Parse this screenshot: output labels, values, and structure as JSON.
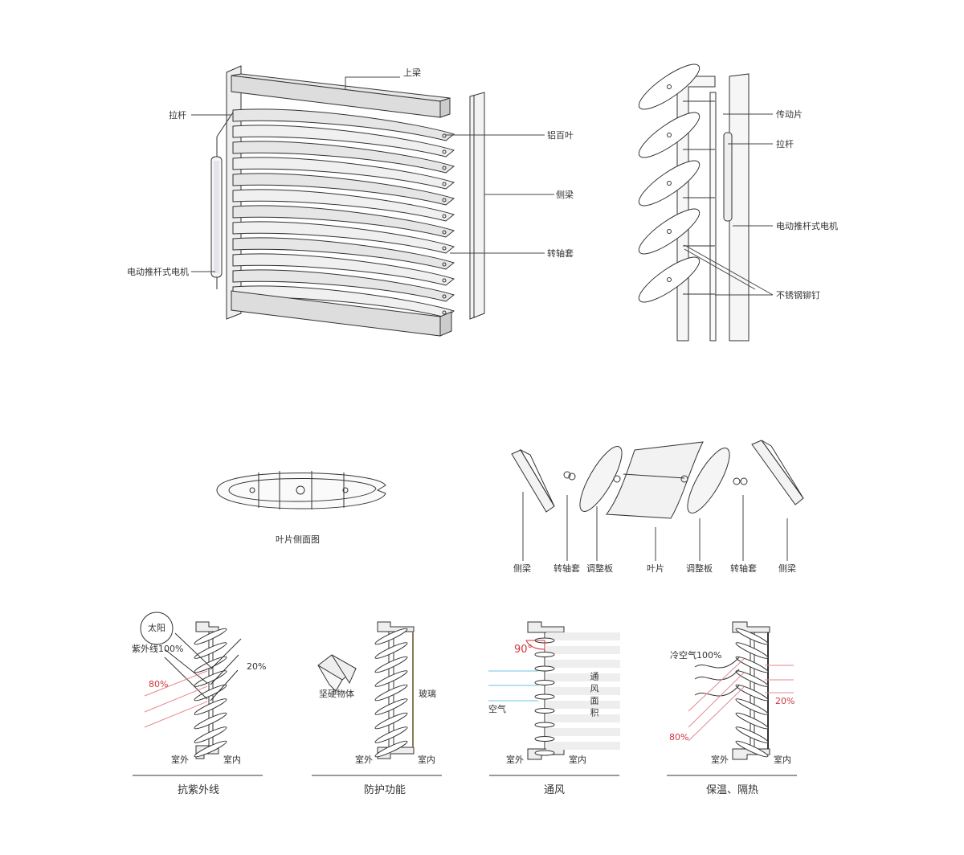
{
  "assembly": {
    "top_beam": "上梁",
    "pull_rod": "拉杆",
    "aluminum_louver": "铝百叶",
    "side_beam": "侧梁",
    "pivot_sleeve": "转轴套",
    "motor": "电动推杆式电机"
  },
  "side_view": {
    "drive_plate": "传动片",
    "pull_rod": "拉杆",
    "motor": "电动推杆式电机",
    "rivet": "不锈钢铆钉"
  },
  "blade_profile": {
    "caption": "叶片侧面图"
  },
  "exploded": {
    "labels": [
      "侧梁",
      "转轴套",
      "调整板",
      "叶片",
      "调整板",
      "转轴套",
      "侧梁"
    ]
  },
  "functions": [
    {
      "caption": "抗紫外线",
      "sun": "太阳",
      "uv": "紫外线100%",
      "reflect": "80%",
      "pass": "20%",
      "outside": "室外",
      "inside": "室内"
    },
    {
      "caption": "防护功能",
      "object": "坚硬物体",
      "glass": "玻璃",
      "outside": "室外",
      "inside": "室内"
    },
    {
      "caption": "通风",
      "angle": "90°",
      "air": "空气",
      "area": "通风面积",
      "outside": "室外",
      "inside": "室内"
    },
    {
      "caption": "保温、隔热",
      "cold": "冷空气100%",
      "reflect": "80%",
      "pass": "20%",
      "outside": "室外",
      "inside": "室内"
    }
  ],
  "colors": {
    "line": "#333333",
    "fill": "#eeeeee",
    "red": "#d0363d",
    "blue": "#6cc3e0"
  }
}
